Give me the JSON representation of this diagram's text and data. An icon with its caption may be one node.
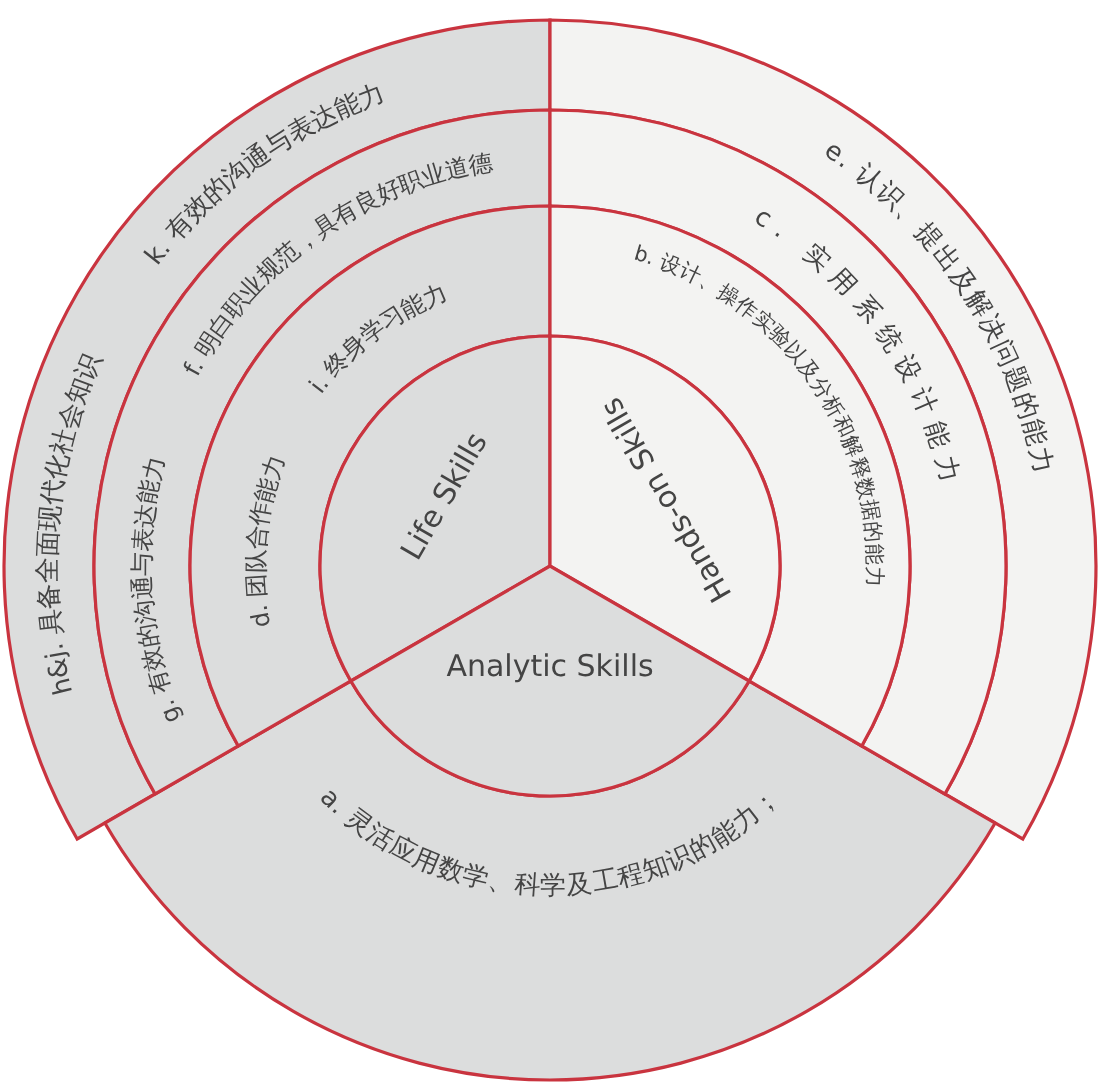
{
  "diagram": {
    "nodes": [
      {
        "text": [
          "Life Skills"
        ]
      },
      {
        "text": [
          "Hands-on Skills"
        ]
      },
      {
        "text": [
          "Analytic Skills"
        ]
      },
      {
        "text": [
          "d. 团队合作能力",
          "i. 终身学习能力"
        ]
      },
      {
        "text": [
          "g. 有效的沟通与表达能力",
          "f. 明白职业规范，具有良好职业道德"
        ]
      },
      {
        "text": [
          "h&j. 具备全面现代化社会知识",
          "k. 有效的沟通与表达能力"
        ]
      },
      {
        "text": [
          "b. 设计、操作实验以及分析和解释数据的能力"
        ]
      },
      {
        "text": [
          "c. 实用系统设计能力"
        ]
      },
      {
        "text": [
          "e. 认识、提出及解决问题的能力"
        ]
      },
      {
        "text": [
          "a. 灵活应用数学、科学及工程知识的能力；"
        ]
      }
    ]
  }
}
